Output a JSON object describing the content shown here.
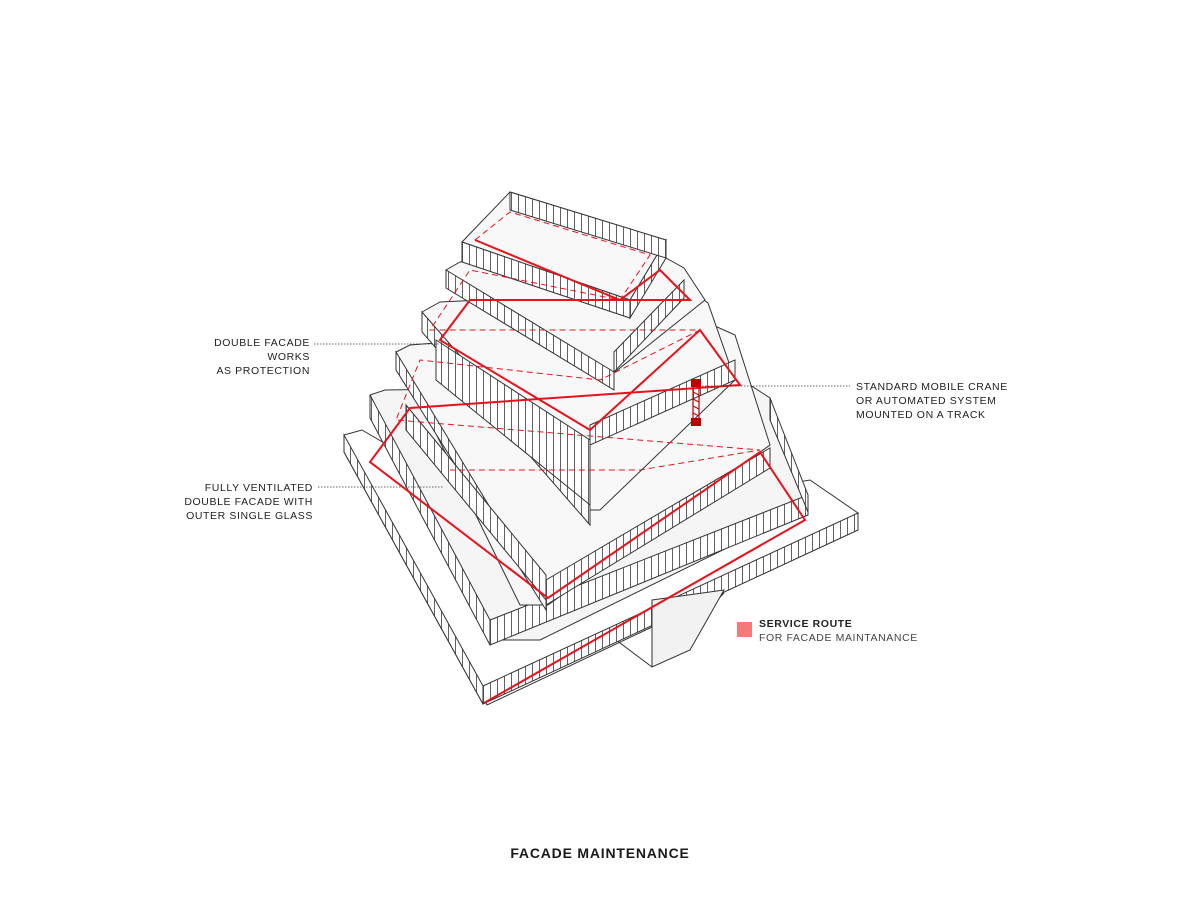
{
  "title": "FACADE MAINTENANCE",
  "labels": {
    "double_facade": [
      "DOUBLE FACADE",
      "WORKS",
      "AS PROTECTION"
    ],
    "ventilated": [
      "FULLY VENTILATED",
      "DOUBLE FACADE WITH",
      "OUTER SINGLE GLASS"
    ],
    "crane": [
      "STANDARD MOBILE CRANE",
      "OR AUTOMATED SYSTEM",
      "MOUNTED ON  A TRACK"
    ]
  },
  "legend": {
    "title": "SERVICE ROUTE",
    "subtitle": "FOR FACADE MAINTANANCE",
    "color": "#f47a7a"
  },
  "colors": {
    "route": "#e8121b",
    "line": "#333333",
    "facade_fill": "#ffffff",
    "roof_fill": "#f4f4f4"
  }
}
